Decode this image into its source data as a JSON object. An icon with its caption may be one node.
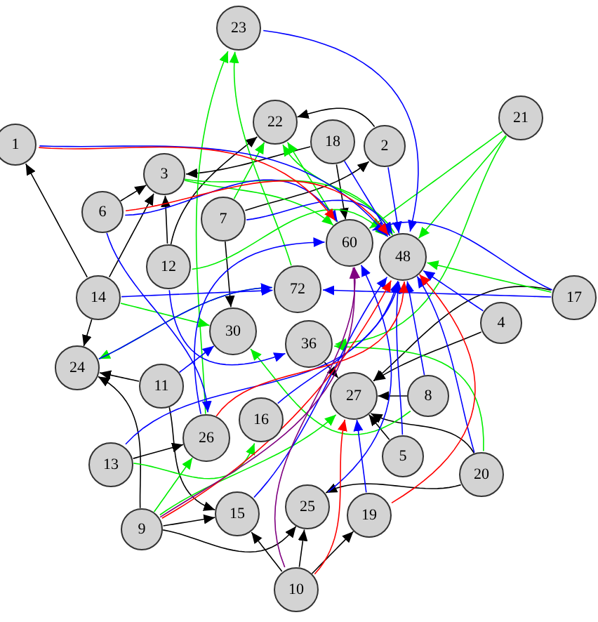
{
  "diagram": {
    "nodes": [
      {
        "text": [
          "23"
        ]
      },
      {
        "text": [
          "22"
        ]
      },
      {
        "text": [
          "21"
        ]
      },
      {
        "text": [
          "18"
        ]
      },
      {
        "text": [
          "2"
        ]
      },
      {
        "text": [
          "1"
        ]
      },
      {
        "text": [
          "3"
        ]
      },
      {
        "text": [
          "6"
        ]
      },
      {
        "text": [
          "7"
        ]
      },
      {
        "text": [
          "60"
        ]
      },
      {
        "text": [
          "48"
        ]
      },
      {
        "text": [
          "12"
        ]
      },
      {
        "text": [
          "72"
        ]
      },
      {
        "text": [
          "14"
        ]
      },
      {
        "text": [
          "17"
        ]
      },
      {
        "text": [
          "4"
        ]
      },
      {
        "text": [
          "30"
        ]
      },
      {
        "text": [
          "36"
        ]
      },
      {
        "text": [
          "24"
        ]
      },
      {
        "text": [
          "11"
        ]
      },
      {
        "text": [
          "27"
        ]
      },
      {
        "text": [
          "8"
        ]
      },
      {
        "text": [
          "16"
        ]
      },
      {
        "text": [
          "26"
        ]
      },
      {
        "text": [
          "13"
        ]
      },
      {
        "text": [
          "5"
        ]
      },
      {
        "text": [
          "20"
        ]
      },
      {
        "text": [
          "15"
        ]
      },
      {
        "text": [
          "9"
        ]
      },
      {
        "text": [
          "25"
        ]
      },
      {
        "text": [
          "19"
        ]
      },
      {
        "text": [
          "10"
        ]
      }
    ],
    "edges": [
      {
        "from": 31,
        "to": 27,
        "arrow": "to"
      },
      {
        "from": 31,
        "to": 29,
        "arrow": "to"
      },
      {
        "from": 31,
        "to": 30,
        "arrow": "to"
      },
      {
        "from": 28,
        "to": 27,
        "arrow": "to"
      },
      {
        "from": 28,
        "to": 18,
        "arrow": "to"
      },
      {
        "from": 28,
        "to": 29,
        "arrow": "to"
      },
      {
        "from": 24,
        "to": 23,
        "arrow": "to"
      },
      {
        "from": 19,
        "to": 18,
        "arrow": "to"
      },
      {
        "from": 13,
        "to": 5,
        "arrow": "to"
      },
      {
        "from": 13,
        "to": 6,
        "arrow": "to"
      },
      {
        "from": 11,
        "to": 6,
        "arrow": "to"
      },
      {
        "from": 7,
        "to": 6,
        "arrow": "to"
      },
      {
        "from": 11,
        "to": 1,
        "arrow": "to"
      },
      {
        "from": 4,
        "to": 1,
        "arrow": "to"
      },
      {
        "from": 3,
        "to": 6,
        "arrow": "to"
      },
      {
        "from": 8,
        "to": 4,
        "arrow": "to"
      },
      {
        "from": 19,
        "to": 27,
        "arrow": "to"
      },
      {
        "from": 15,
        "to": 20,
        "arrow": "to"
      },
      {
        "from": 14,
        "to": 20,
        "arrow": "to"
      },
      {
        "from": 26,
        "to": 29,
        "arrow": "to"
      },
      {
        "from": 26,
        "to": 20,
        "arrow": "to"
      },
      {
        "from": 21,
        "to": 20,
        "arrow": "to"
      },
      {
        "from": 25,
        "to": 20,
        "arrow": "to"
      },
      {
        "from": 13,
        "to": 18,
        "arrow": "to"
      },
      {
        "from": 3,
        "to": 9,
        "arrow": "to"
      },
      {
        "from": 17,
        "to": 20,
        "arrow": "to"
      },
      {
        "from": 8,
        "to": 16,
        "arrow": "to"
      },
      {
        "from": 2,
        "to": 9,
        "arrow": "to",
        "color": "#00ee00"
      },
      {
        "from": 2,
        "to": 10,
        "arrow": "to",
        "color": "#00ee00"
      },
      {
        "from": 2,
        "to": 17,
        "arrow": "to",
        "color": "#00ee00"
      },
      {
        "from": 14,
        "to": 10,
        "arrow": "to",
        "color": "#00ee00"
      },
      {
        "from": 23,
        "to": 0,
        "arrow": "to",
        "color": "#00ee00"
      },
      {
        "from": 12,
        "to": 0,
        "arrow": "to",
        "color": "#00ee00"
      },
      {
        "from": 12,
        "to": 18,
        "arrow": "to",
        "color": "#00ee00"
      },
      {
        "from": 6,
        "to": 10,
        "arrow": "to",
        "color": "#00ee00"
      },
      {
        "from": 6,
        "to": 9,
        "arrow": "to",
        "color": "#00ee00"
      },
      {
        "from": 8,
        "to": 1,
        "arrow": "to",
        "color": "#00ee00"
      },
      {
        "from": 9,
        "to": 1,
        "arrow": "to",
        "color": "#00ee00"
      },
      {
        "from": 10,
        "to": 1,
        "arrow": "to",
        "color": "#00ee00"
      },
      {
        "from": 24,
        "to": 22,
        "arrow": "to",
        "color": "#00ee00"
      },
      {
        "from": 28,
        "to": 23,
        "arrow": "to",
        "color": "#00ee00"
      },
      {
        "from": 28,
        "to": 20,
        "arrow": "to",
        "color": "#00ee00"
      },
      {
        "from": 26,
        "to": 17,
        "arrow": "to",
        "color": "#00ee00"
      },
      {
        "from": 21,
        "to": 16,
        "arrow": "to",
        "color": "#00ee00"
      },
      {
        "from": 11,
        "to": 10,
        "arrow": "to",
        "color": "#00ee00"
      },
      {
        "from": 13,
        "to": 16,
        "arrow": "to",
        "color": "#00ee00"
      },
      {
        "from": 0,
        "to": 10,
        "arrow": "to",
        "color": "#0000ff"
      },
      {
        "from": 5,
        "to": 10,
        "arrow": "to",
        "color": "#0000ff"
      },
      {
        "from": 7,
        "to": 9,
        "arrow": "to",
        "color": "#0000ff"
      },
      {
        "from": 8,
        "to": 10,
        "arrow": "to",
        "color": "#0000ff"
      },
      {
        "from": 13,
        "to": 12,
        "arrow": "to",
        "color": "#0000ff"
      },
      {
        "from": 4,
        "to": 10,
        "arrow": "to",
        "color": "#0000ff"
      },
      {
        "from": 3,
        "to": 10,
        "arrow": "to",
        "color": "#0000ff"
      },
      {
        "from": 14,
        "to": 9,
        "arrow": "to",
        "color": "#0000ff"
      },
      {
        "from": 14,
        "to": 12,
        "arrow": "to",
        "color": "#0000ff"
      },
      {
        "from": 15,
        "to": 10,
        "arrow": "to",
        "color": "#0000ff"
      },
      {
        "from": 25,
        "to": 10,
        "arrow": "to",
        "color": "#0000ff"
      },
      {
        "from": 21,
        "to": 10,
        "arrow": "to",
        "color": "#0000ff"
      },
      {
        "from": 26,
        "to": 10,
        "arrow": "to",
        "color": "#0000ff"
      },
      {
        "from": 24,
        "to": 10,
        "arrow": "to",
        "color": "#0000ff"
      },
      {
        "from": 19,
        "to": 16,
        "arrow": "to",
        "color": "#0000ff"
      },
      {
        "from": 29,
        "to": 9,
        "arrow": "to",
        "color": "#0000ff"
      },
      {
        "from": 22,
        "to": 10,
        "arrow": "to",
        "color": "#0000ff"
      },
      {
        "from": 23,
        "to": 9,
        "arrow": "to",
        "color": "#0000ff"
      },
      {
        "from": 27,
        "to": 10,
        "arrow": "to",
        "color": "#0000ff"
      },
      {
        "from": 30,
        "to": 20,
        "arrow": "to",
        "color": "#0000ff"
      },
      {
        "from": 18,
        "to": 12,
        "arrow": "to",
        "color": "#0000ff"
      },
      {
        "from": 7,
        "to": 23,
        "arrow": "to",
        "color": "#0000ff"
      },
      {
        "from": 11,
        "to": 17,
        "arrow": "to",
        "color": "#0000ff"
      },
      {
        "from": 5,
        "to": 9,
        "arrow": "to",
        "color": "#ff0000"
      },
      {
        "from": 7,
        "to": 10,
        "arrow": "to",
        "color": "#ff0000"
      },
      {
        "from": 28,
        "to": 10,
        "arrow": "to",
        "color": "#ff0000"
      },
      {
        "from": 31,
        "to": 20,
        "arrow": "to",
        "color": "#ff0000"
      },
      {
        "from": 23,
        "to": 10,
        "arrow": "to",
        "color": "#ff0000"
      },
      {
        "from": 30,
        "to": 10,
        "arrow": "to",
        "color": "#ff0000"
      },
      {
        "from": 28,
        "to": 9,
        "arrow": "to",
        "color": "#800080"
      },
      {
        "from": 31,
        "to": 9,
        "arrow": "to",
        "color": "#800080"
      }
    ]
  }
}
